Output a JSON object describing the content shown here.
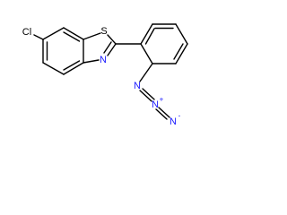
{
  "atoms": {
    "chlorine": {
      "symbol": "Cl",
      "color": "#000000"
    },
    "sulfur": {
      "symbol": "S",
      "color": "#000000"
    },
    "thiazole_nitrogen": {
      "symbol": "N",
      "color": "#1a1aff"
    },
    "azide_n1": {
      "symbol": "N",
      "color": "#1a1aff"
    },
    "azide_n2": {
      "symbol": "N",
      "charge": "+",
      "color": "#1a1aff"
    },
    "azide_n3": {
      "symbol": "N",
      "charge": "-",
      "color": "#1a1aff"
    }
  }
}
